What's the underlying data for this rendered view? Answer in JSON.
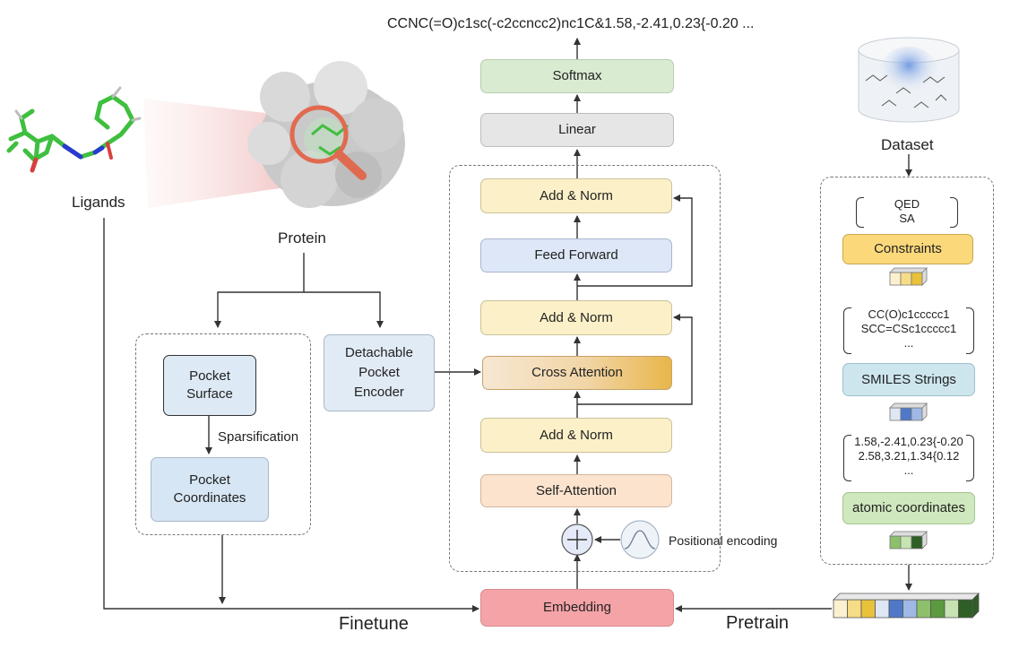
{
  "output_text": "CCNC(=O)c1sc(-c2ccncc2)nc1C&1.58,-2.41,0.23{-0.20 ...",
  "labels": {
    "ligands": "Ligands",
    "protein": "Protein",
    "dataset": "Dataset",
    "sparsification": "Sparsification",
    "positional_encoding": "Positional encoding",
    "finetune": "Finetune",
    "pretrain": "Pretrain"
  },
  "transformer": {
    "softmax": "Softmax",
    "linear": "Linear",
    "add_norm": "Add & Norm",
    "feed_forward": "Feed Forward",
    "cross_attention": "Cross Attention",
    "self_attention": "Self-Attention",
    "embedding": "Embedding"
  },
  "pocket": {
    "surface": "Pocket\nSurface",
    "coordinates": "Pocket\nCoordinates",
    "encoder": "Detachable\nPocket\nEncoder"
  },
  "dataset_panel": {
    "props": "QED\nSA",
    "constraints": "Constraints",
    "smiles_examples": "CC(O)c1ccccc1\nSCC=CSc1ccccc1\n...",
    "smiles_strings": "SMILES Strings",
    "coord_examples": "1.58,-2.41,0.23{-0.20\n2.58,3.21,1.34{0.12\n...",
    "atomic_coordinates": "atomic coordinates"
  },
  "colors": {
    "softmax": "#d9ecd2",
    "linear": "#e6e6e6",
    "add_norm": "#fcf0c8",
    "feed_forward": "#dde7f7",
    "cross_attention_start": "#f7e7d2",
    "cross_attention_end": "#e8b64a",
    "self_attention": "#fbe3cd",
    "embedding": "#f4a3a7",
    "pocket_surface": "#dde9f5",
    "pocket_coordinates": "#d6e6f4",
    "pocket_encoder": "#e1ebf6",
    "constraints": "#fbd97a",
    "smiles_strings": "#cde6ee",
    "atomic_coordinates": "#cfe8bd",
    "token_strip": [
      "#fbf1cf",
      "#f7dc87",
      "#e9c23c",
      "#dfe6f4",
      "#4f79c8",
      "#9fb8e6",
      "#8cc06a",
      "#5c9a3f",
      "#c7e3b2",
      "#2f5e26"
    ]
  },
  "icons": [
    "ligand-molecule-icon",
    "protein-surface-icon",
    "magnifier-icon",
    "dataset-cylinder-icon",
    "plus-circle-icon",
    "sine-wave-icon",
    "token-cube-icon"
  ]
}
